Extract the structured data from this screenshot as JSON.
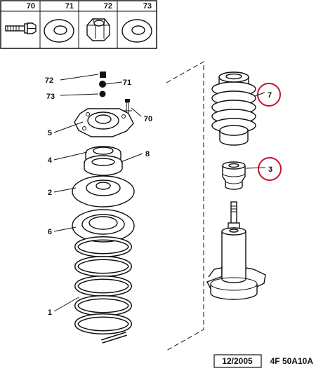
{
  "parts_strip": {
    "cells": [
      {
        "number": "70",
        "icon": "bolt-icon"
      },
      {
        "number": "71",
        "icon": "washer-icon"
      },
      {
        "number": "72",
        "icon": "nut-icon"
      },
      {
        "number": "73",
        "icon": "washer-icon"
      }
    ]
  },
  "left_labels": {
    "l72": "72",
    "l73": "73",
    "l71": "71",
    "l70": "70",
    "l5": "5",
    "l4": "4",
    "l8": "8",
    "l2": "2",
    "l6": "6",
    "l1": "1"
  },
  "right_labels": {
    "l7": "7",
    "l3": "3"
  },
  "highlight_color": "#c8102e",
  "footer": {
    "date": "12/2005",
    "code": "4F 50A10A"
  }
}
